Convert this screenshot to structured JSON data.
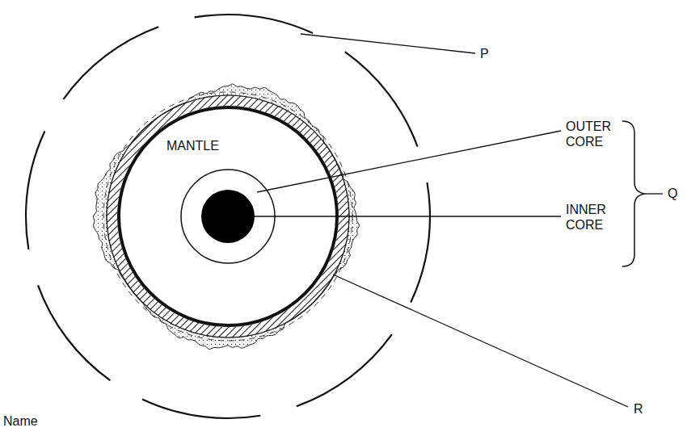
{
  "diagram": {
    "labels": [
      "P",
      "MANTLE",
      "OUTER CORE",
      "Q",
      "INNER CORE",
      "Name",
      "R"
    ]
  }
}
